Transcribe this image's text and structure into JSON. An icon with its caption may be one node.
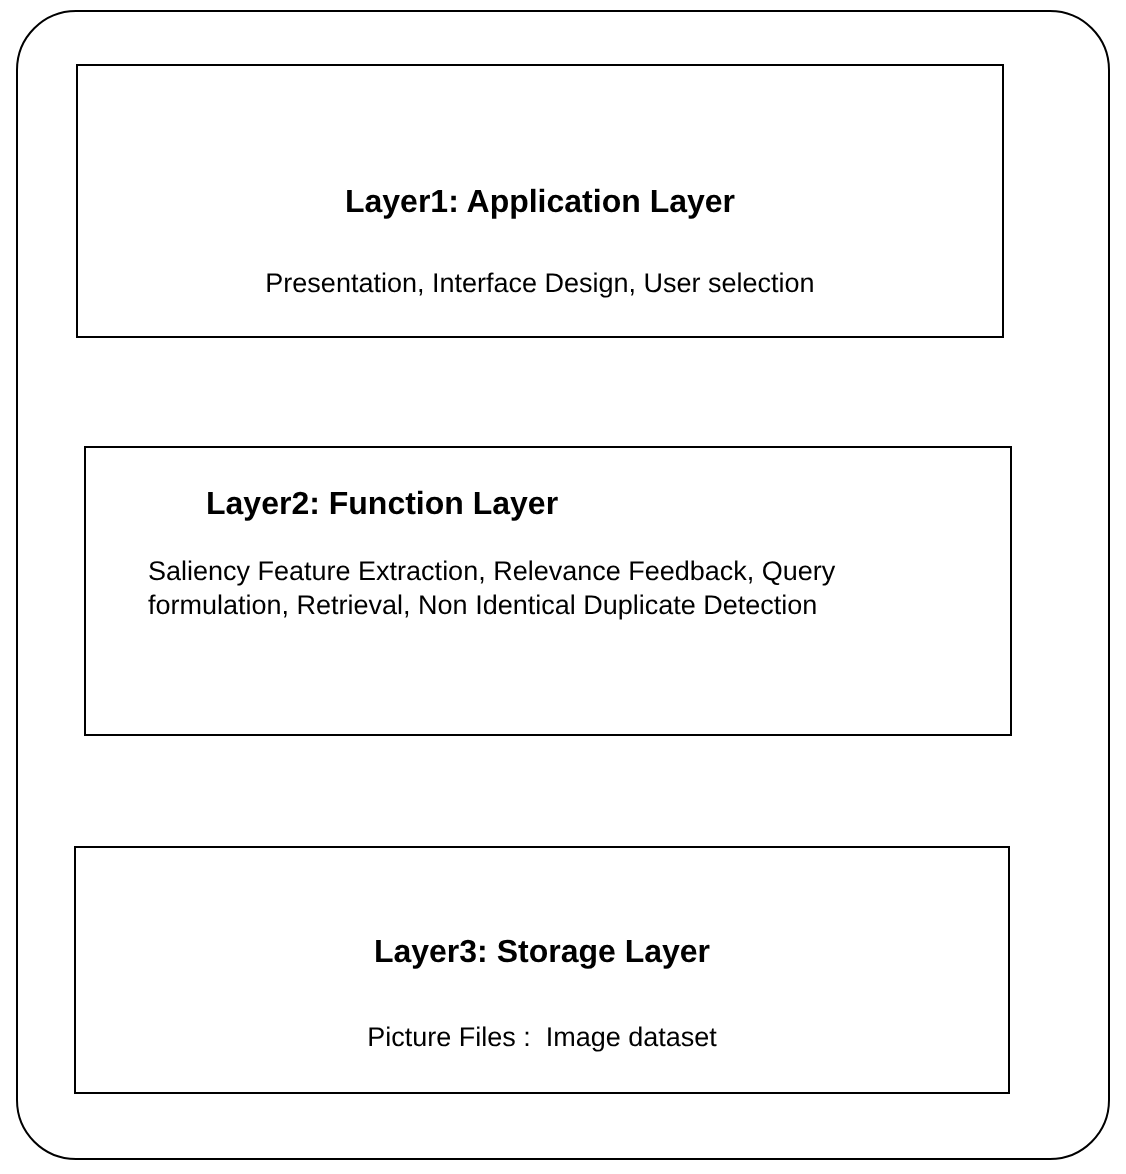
{
  "diagram": {
    "nodes": [
      {
        "text": [],
        "shape": "box"
      },
      {
        "text": [
          "Layer1: Application Layer",
          "Presentation, Interface Design, User selection"
        ],
        "in": 0
      },
      {
        "text": [
          "Layer2: Function Layer",
          "Saliency Feature Extraction, Relevance Feedback, Query formulation, Retrieval, Non Identical Duplicate Detection"
        ],
        "in": 0
      },
      {
        "text": [
          "Layer3: Storage Layer",
          "Picture Files :  Image dataset"
        ],
        "in": 0
      }
    ]
  }
}
